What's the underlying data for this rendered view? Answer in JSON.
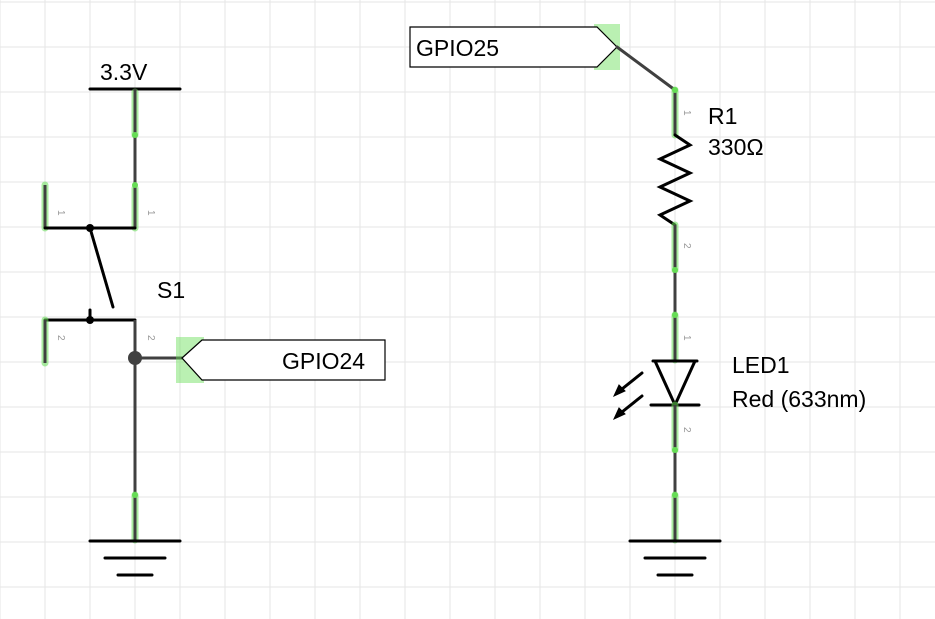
{
  "colors": {
    "grid": "#e6e6e6",
    "wire": "#404040",
    "pin_highlight": "#66dd55",
    "symbol": "#000000",
    "pin_number": "#999999"
  },
  "power": {
    "label": "3.3V"
  },
  "switch": {
    "ref": "S1",
    "pin1": "1",
    "pin2": "2",
    "pin1b": "1",
    "pin2b": "2"
  },
  "resistor": {
    "ref": "R1",
    "value": "330Ω",
    "pin1": "1",
    "pin2": "2"
  },
  "led": {
    "ref": "LED1",
    "value": "Red (633nm)",
    "pin1": "1",
    "pin2": "2"
  },
  "net_labels": {
    "left": "GPIO24",
    "right": "GPIO25"
  }
}
